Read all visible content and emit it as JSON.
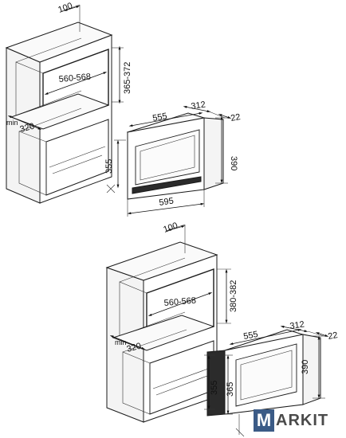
{
  "top_diagram": {
    "labels": {
      "top_clearance": "100",
      "niche_height": "365-372",
      "niche_width": "560-568",
      "niche_depth": "320",
      "niche_depth_prefix": "min",
      "unit_depth": "312",
      "front_thickness": "22",
      "unit_width_front": "555",
      "unit_height": "390",
      "body_height": "355",
      "unit_width": "595"
    }
  },
  "bottom_diagram": {
    "labels": {
      "top_clearance": "100",
      "niche_height": "380-382",
      "niche_width": "560-568",
      "niche_depth": "320",
      "niche_depth_prefix": "min",
      "unit_depth": "312",
      "front_thickness": "22",
      "unit_width_front": "555",
      "unit_height": "390",
      "body_height": "355",
      "body_height_2": "365"
    }
  },
  "logo": {
    "first": "M",
    "rest": "ARKIT"
  }
}
